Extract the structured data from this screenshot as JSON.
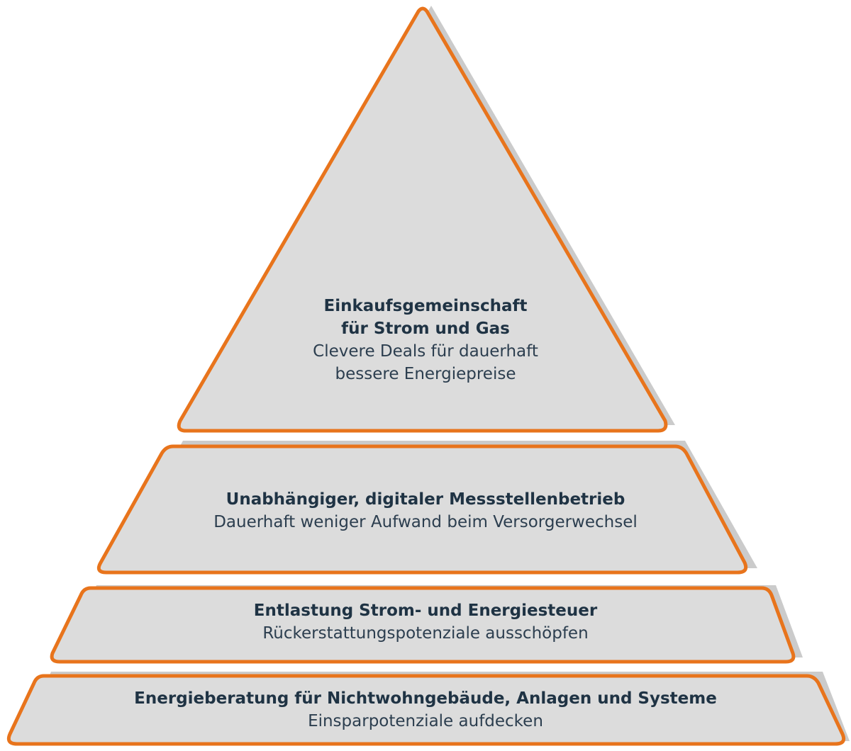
{
  "colors": {
    "fill": "#dcdcdc",
    "shadow": "#cbcbcb",
    "stroke": "#e8741c",
    "text": "#1f3344"
  },
  "levels": [
    {
      "title": "Einkaufsgemeinschaft\nfür Strom und Gas",
      "subtitle": "Clevere Deals für dauerhaft\nbessere Energiepreise"
    },
    {
      "title": "Unabhängiger, digitaler Messstellenbetrieb",
      "subtitle": "Dauerhaft weniger Aufwand beim Versorgerwechsel"
    },
    {
      "title": "Entlastung Strom- und Energiesteuer",
      "subtitle": "Rückerstattungspotenziale ausschöpfen"
    },
    {
      "title": "Energieberatung für Nichtwohngebäude, Anlagen und Systeme",
      "subtitle": "Einsparpotenziale aufdecken"
    }
  ]
}
